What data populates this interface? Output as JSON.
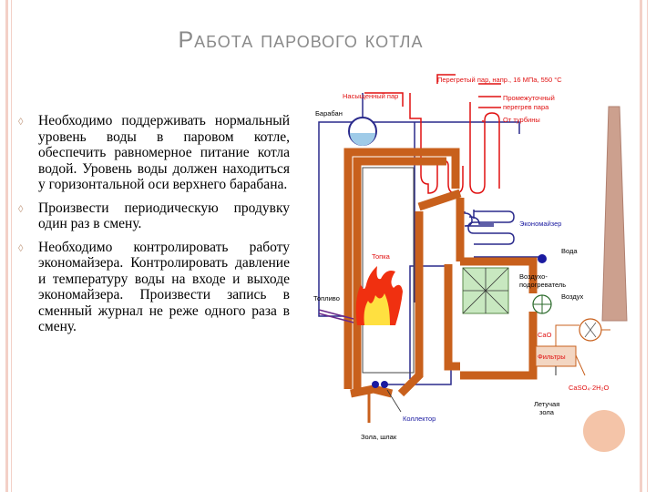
{
  "slide": {
    "title": "Работа парового котла",
    "bullets": [
      "Необходимо поддерживать нормальный уровень воды в паровом котле, обеспечить равномерное питание котла водой. Уровень воды должен находиться у горизонтальной оси верхнего барабана.",
      "Произвести периодическую продувку один раз в смену.",
      "Необходимо контролировать работу экономайзера. Контролировать давление и температуру воды на входе и выходе экономайзера. Произвести запись в сменный журнал не реже одного раза в смену."
    ]
  },
  "diagram": {
    "labels": {
      "superheated": "Перегретый пар, напр., 16 МПа, 550 °С",
      "saturated": "Насыщенный пар",
      "drum": "Барабан",
      "reheat_1": "Промежуточный",
      "reheat_2": "перегрев пара",
      "from_turbine": "От турбины",
      "economizer": "Экономайзер",
      "water": "Вода",
      "airheater_1": "Воздухо-",
      "airheater_2": "подогреватель",
      "air": "Воздух",
      "furnace": "Топка",
      "fuel": "Топливо",
      "cao": "CaO",
      "filters": "Фильтры",
      "gypsum": "CaSO₄·2H₂O",
      "flyash_1": "Летучая",
      "flyash_2": "зола",
      "collector": "Коллектор",
      "ash": "Зола, шлак"
    },
    "colors": {
      "wall": "#c8601c",
      "pipe_blue": "#2a2a8c",
      "pipe_red": "#e01010",
      "flame": "#f03010",
      "flame_core": "#ffe040",
      "chimney": "#cca08e"
    }
  }
}
